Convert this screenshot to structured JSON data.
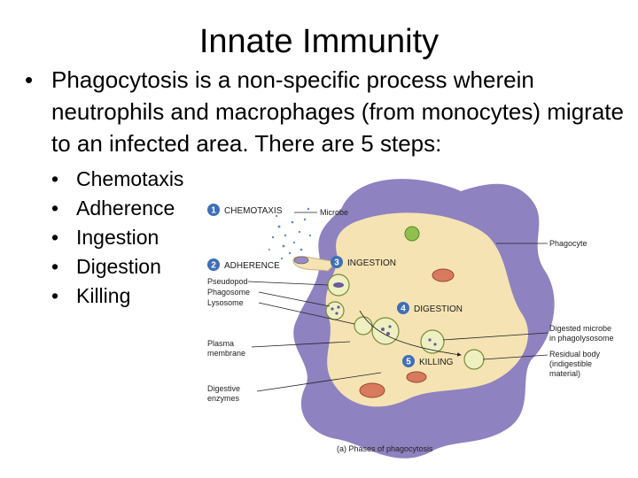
{
  "title": "Innate Immunity",
  "intro": {
    "bullet": "•",
    "text": "Phagocytosis is a non-specific process wherein neutrophils and macrophages (from monocytes) migrate to an infected area.  There are 5 steps:"
  },
  "steps": [
    {
      "bullet": "•",
      "label": "Chemotaxis"
    },
    {
      "bullet": "•",
      "label": "Adherence"
    },
    {
      "bullet": "•",
      "label": "Ingestion"
    },
    {
      "bullet": "•",
      "label": "Digestion"
    },
    {
      "bullet": "•",
      "label": "Killing"
    }
  ],
  "diagram": {
    "phases": [
      {
        "number": "1",
        "label": "CHEMOTAXIS"
      },
      {
        "number": "2",
        "label": "ADHERENCE"
      },
      {
        "number": "3",
        "label": "INGESTION"
      },
      {
        "number": "4",
        "label": "DIGESTION"
      },
      {
        "number": "5",
        "label": "KILLING"
      }
    ],
    "labels": {
      "microbe": "Microbe",
      "phagocyte": "Phagocyte",
      "pseudopod": "Pseudopod",
      "phagosome": "Phagosome",
      "lysosome": "Lysosome",
      "plasma_membrane_1": "Plasma",
      "plasma_membrane_2": "membrane",
      "digested_microbe_1": "Digested microbe",
      "digested_microbe_2": "in phagolysosome",
      "residual_body_1": "Residual body",
      "residual_body_2": "(indigestible",
      "residual_body_3": "material)",
      "digestive_enzymes_1": "Digestive",
      "digestive_enzymes_2": "enzymes"
    },
    "caption": "(a) Phases of phagocytosis",
    "colors": {
      "phagocyte": "#8f82c0",
      "cytoplasm": "#f5e3b3",
      "badge": "#3f6fb6",
      "vesicle": "#eef0c2"
    }
  }
}
